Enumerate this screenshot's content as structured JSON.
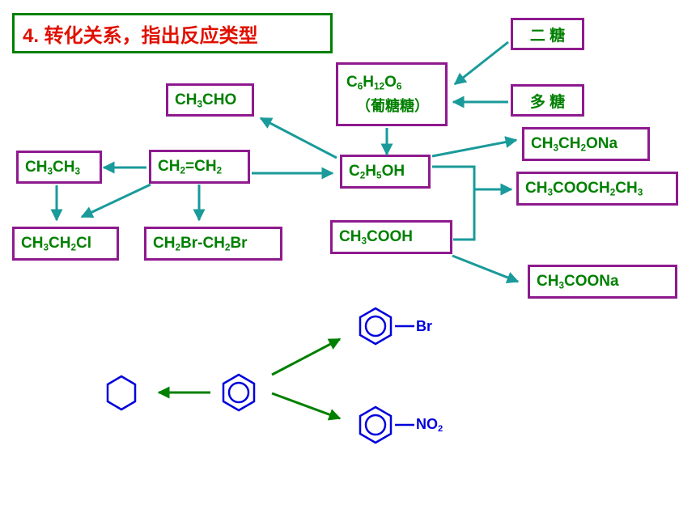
{
  "title": "4. 转化关系，指出反应类型",
  "nodes": {
    "disaccharide": "二  糖",
    "polysaccharide": "多  糖",
    "glucose_formula": [
      "C",
      "6",
      "H",
      "12",
      "O",
      "6"
    ],
    "glucose_name": "（葡糖糖）",
    "acetaldehyde": [
      "CH",
      "3",
      "CHO"
    ],
    "ethane": [
      "CH",
      "3",
      "CH",
      "3"
    ],
    "ethylene": [
      "CH",
      "2",
      "=CH",
      "2"
    ],
    "ethanol": [
      "C",
      "2",
      "H",
      "5",
      "OH"
    ],
    "sodium_ethoxide": [
      "CH",
      "3",
      "CH",
      "2",
      "ONa"
    ],
    "ethyl_acetate": [
      "CH",
      "3",
      "COOCH",
      "2",
      "CH",
      "3"
    ],
    "acetic_acid": [
      "CH",
      "3",
      "COOH"
    ],
    "sodium_acetate": [
      "CH",
      "3",
      "COONa"
    ],
    "chloroethane": [
      "CH",
      "3",
      "CH",
      "2",
      "Cl"
    ],
    "dibromoethane": [
      "CH",
      "2",
      "Br-CH",
      "2",
      "Br"
    ]
  },
  "benzene_products": {
    "bromo_label": "Br",
    "nitro_label": [
      "NO",
      "2"
    ]
  },
  "colors": {
    "arrow_teal": "#1a9a9a",
    "arrow_green": "#008000",
    "node_text": "#008000",
    "border": "#8e1a8e",
    "ring": "#0000dd"
  }
}
